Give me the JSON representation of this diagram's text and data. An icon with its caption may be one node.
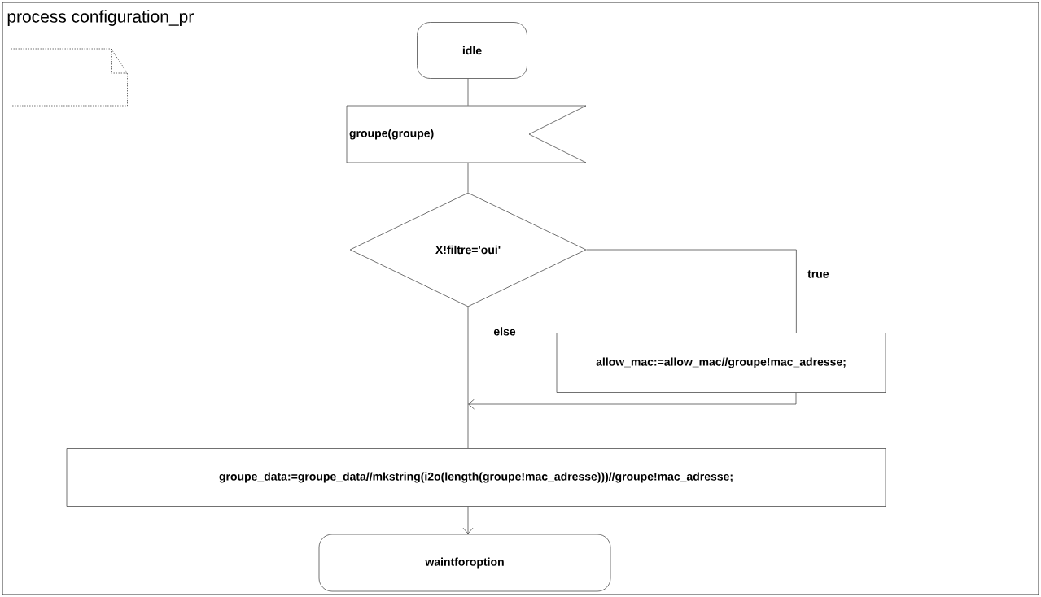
{
  "diagram": {
    "title": "process configuration_pr",
    "nodes": [
      {
        "text": [
          "idle"
        ]
      },
      {
        "text": [
          "groupe(groupe)"
        ]
      },
      {
        "text": [
          "X!filtre='oui'"
        ]
      },
      {
        "text": [
          "allow_mac:=allow_mac//groupe!mac_adresse;"
        ]
      },
      {
        "text": [
          "groupe_data:=groupe_data//mkstring(i2o(length(groupe!mac_adresse)))//groupe!mac_adresse;"
        ]
      },
      {
        "text": [
          "waintforoption"
        ]
      },
      {
        "text": [],
        "shape": "box"
      }
    ],
    "edges": [
      {
        "from": 0,
        "to": 1,
        "arrow": "none"
      },
      {
        "from": 1,
        "to": 2,
        "arrow": "none"
      },
      {
        "from": 2,
        "to": 3,
        "arrow": "none",
        "label": "true"
      },
      {
        "from": 2,
        "to": 4,
        "arrow": "none",
        "label": "else"
      },
      {
        "from": 3,
        "to": 4,
        "arrow": "to"
      },
      {
        "from": 4,
        "to": 5,
        "arrow": "to"
      }
    ]
  }
}
